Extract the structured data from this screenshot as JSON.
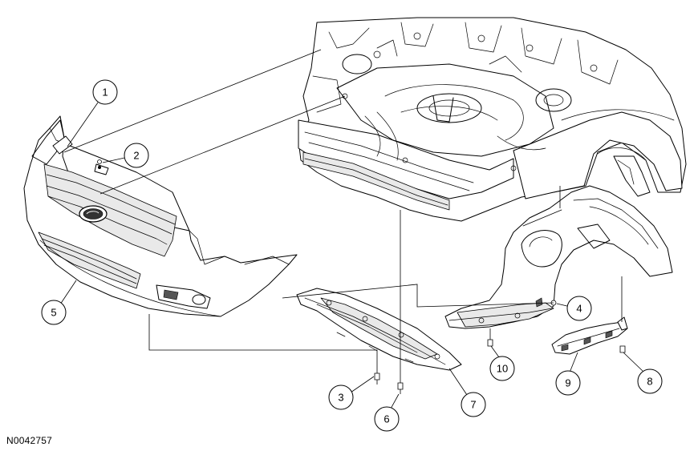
{
  "figure_id": "N0042757",
  "callouts": [
    {
      "number": "1"
    },
    {
      "number": "2"
    },
    {
      "number": "3"
    },
    {
      "number": "4"
    },
    {
      "number": "5"
    },
    {
      "number": "6"
    },
    {
      "number": "7"
    },
    {
      "number": "8"
    },
    {
      "number": "9"
    },
    {
      "number": "10"
    }
  ]
}
